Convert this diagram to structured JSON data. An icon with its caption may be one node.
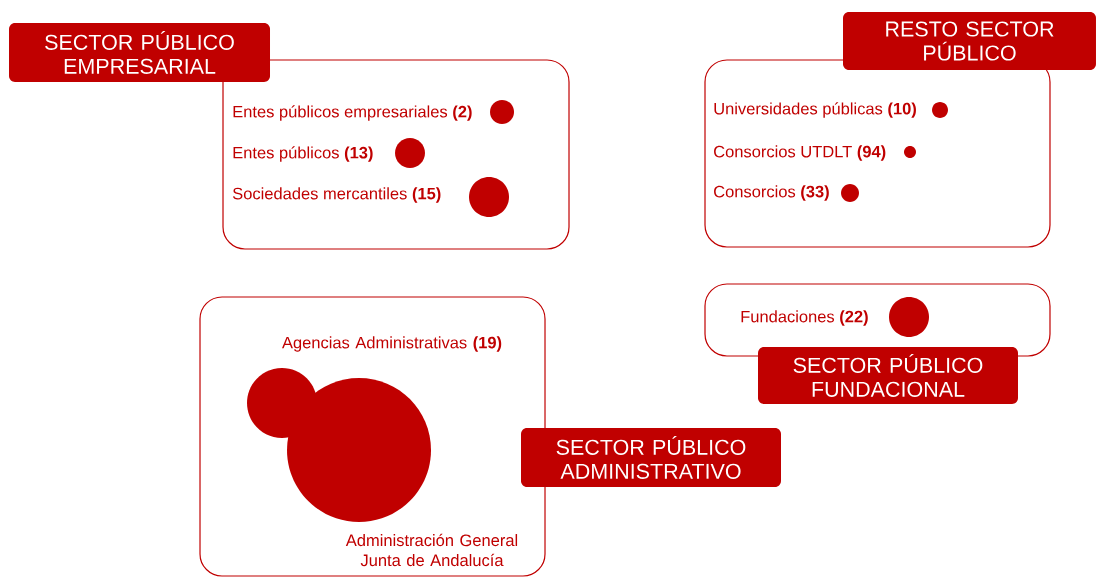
{
  "diagram": {
    "nodes": [
      {
        "text": [
          "SECTOR PÚBLICO EMPRESARIAL"
        ]
      },
      {
        "text": [],
        "shape": "circle",
        "in": 0,
        "beside": [
          "Entes públicos empresariales **(2)**"
        ]
      },
      {
        "text": [],
        "shape": "circle",
        "in": 0,
        "beside": [
          "Entes públicos **(13)**"
        ]
      },
      {
        "text": [],
        "shape": "circle",
        "in": 0,
        "beside": [
          "Sociedades mercantiles **(15)**"
        ]
      },
      {
        "text": [
          "RESTO SECTOR PÚBLICO"
        ]
      },
      {
        "text": [],
        "shape": "circle",
        "in": 4,
        "beside": [
          "Universidades públicas **(10)**"
        ]
      },
      {
        "text": [],
        "shape": "circle",
        "in": 4,
        "beside": [
          "Consorcios UTDLT **(94)**"
        ]
      },
      {
        "text": [],
        "shape": "circle",
        "in": 4,
        "beside": [
          "Consorcios **(33)**"
        ]
      },
      {
        "text": [
          "SECTOR PÚBLICO FUNDACIONAL"
        ]
      },
      {
        "text": [],
        "shape": "circle",
        "in": 8,
        "beside": [
          "Fundaciones **(22)**"
        ]
      },
      {
        "text": [
          "SECTOR PÚBLICO ADMINISTRATIVO"
        ]
      },
      {
        "text": [],
        "shape": "circle",
        "in": 10,
        "beside": [
          "Agencias  Administrativas **(19)**"
        ]
      },
      {
        "text": [],
        "shape": "circle",
        "in": 10,
        "beside": [
          "Administración General Junta de Andalucía"
        ]
      }
    ]
  }
}
